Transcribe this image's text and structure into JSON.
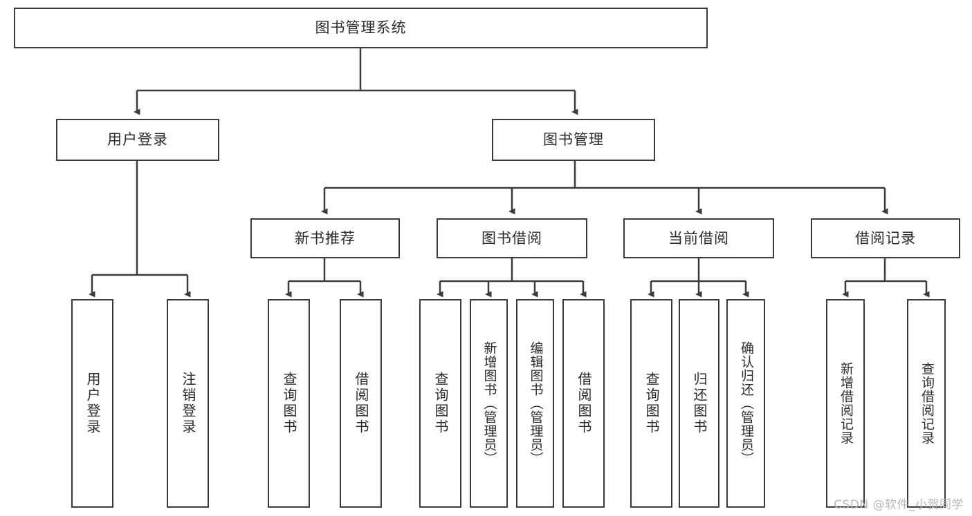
{
  "diagram": {
    "title": "图书管理系统",
    "type": "tree-hierarchy",
    "root": {
      "label": "图书管理系统"
    },
    "level2": [
      {
        "label": "用户登录"
      },
      {
        "label": "图书管理"
      }
    ],
    "level3": [
      {
        "label": "新书推荐"
      },
      {
        "label": "图书借阅"
      },
      {
        "label": "当前借阅"
      },
      {
        "label": "借阅记录"
      }
    ],
    "leaves": {
      "user_login": [
        {
          "label": "用户登录"
        },
        {
          "label": "注销登录"
        }
      ],
      "new_book_recommend": [
        {
          "label": "查询图书"
        },
        {
          "label": "借阅图书"
        }
      ],
      "book_borrow": [
        {
          "label": "查询图书"
        },
        {
          "label": "新增图书（管理员）"
        },
        {
          "label": "编辑图书（管理员）"
        },
        {
          "label": "借阅图书"
        }
      ],
      "current_borrow": [
        {
          "label": "查询图书"
        },
        {
          "label": "归还图书"
        },
        {
          "label": "确认归还（管理员）"
        }
      ],
      "borrow_record": [
        {
          "label": "新增借阅记录"
        },
        {
          "label": "查询借阅记录"
        }
      ]
    }
  },
  "watermark": {
    "text": "CSDN @软件_小贺同学"
  },
  "colors": {
    "border": "#3b3b3b",
    "text": "#2b2b2b",
    "background": "#ffffff",
    "watermark": "#b8b8b8"
  }
}
